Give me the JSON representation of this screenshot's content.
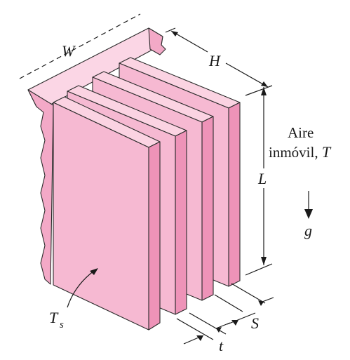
{
  "labels": {
    "W": "W",
    "H": "H",
    "L": "L",
    "S": "S",
    "t": "t",
    "g": "g",
    "Ts_main": "T",
    "Ts_sub": "s",
    "air_line1": "Aire",
    "air_line2_text": "inmóvil, ",
    "air_line2_var": "T"
  },
  "colors": {
    "fin_front": "#f6b9d2",
    "fin_side": "#ee93b8",
    "fin_top": "#fbd3e2",
    "base_top": "#fbd6e5",
    "base_side": "#f3a9c7",
    "outline": "#2b2b2b"
  },
  "fin_count": 4
}
